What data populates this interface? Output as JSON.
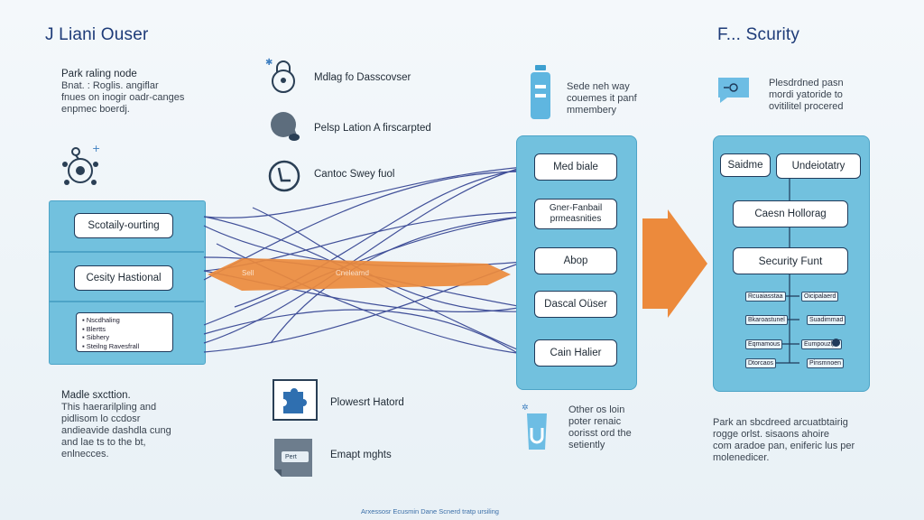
{
  "header": {
    "left_title": "J Liani Ouser",
    "right_title": "F... Scurity"
  },
  "left_note": {
    "heading": "Park raling node",
    "lines": [
      "Bnat. : Roglis. angiflar",
      "fnues on inogir oadr-canges",
      "enpmec boerdj."
    ]
  },
  "left_card": {
    "box1": "Scotaily-ourting",
    "box2": "Cesity Hastional",
    "list": [
      "Nscdhaling",
      "Blertts",
      "Sibhery",
      "Steilng Ravesfrall"
    ]
  },
  "bottom_left_note": {
    "heading": "Madle sxcttion.",
    "lines": [
      "This haerarilpling and",
      "pidlisom lo ccdosr",
      "andieavide dashdla cung",
      "and lae ts to the bt,",
      "enlnecces."
    ]
  },
  "top_center_items": [
    {
      "icon": "lock-icon",
      "label": "Mdlag fo Dasscovser"
    },
    {
      "icon": "chat-bubble-icon",
      "label": "Pelsp Lation A firscarpted"
    },
    {
      "icon": "gauge-icon",
      "label": "Cantoc Swey fuol"
    }
  ],
  "bottom_center_items": [
    {
      "icon": "puzzle-icon",
      "label": "Plowesrt Hatord"
    },
    {
      "icon": "document-icon",
      "label": "Emapt mghts",
      "tag": "Pert"
    }
  ],
  "arrow": {
    "left_label": "Sell",
    "center_label": "Cnelearnd"
  },
  "middle_top_note": [
    "Sede neh way",
    "couemes it panf",
    "mmembery"
  ],
  "middle_panel": {
    "items": [
      "Med biale",
      "Gner-Fanbail prmeasnities",
      "Abop",
      "Dascal Oüser",
      "Cain Halier"
    ]
  },
  "middle_bottom_note": [
    "Other os loin",
    "poter renaic",
    "oorisst ord the",
    "setiently"
  ],
  "right_top_note": [
    "Plesdrdned pasn",
    "mordi yatoride to",
    "ovitilitel procered"
  ],
  "right_panel": {
    "top_left": "Saidme",
    "top_right": "Undeiotatry",
    "mid": "Caesn Hollorag",
    "main": "Security Funt",
    "rows": [
      [
        "Rcuaiasstaa",
        "Oicipalaerd"
      ],
      [
        "Bkaroastunel",
        "Suadimmad"
      ],
      [
        "Eqmamous",
        "Eumpouzlpe"
      ],
      [
        "Dtorcaos",
        "Pinsmnoen"
      ]
    ]
  },
  "right_bottom_note": [
    "Park an sbcdreed arcuatbtairig",
    "rogge orlst. sisaons ahoire",
    "com aradoe pan, eniferic lus per",
    "molenedicer."
  ],
  "footer": "Arxessosr Ecusmin Dane Scnerd tratp ursiling"
}
